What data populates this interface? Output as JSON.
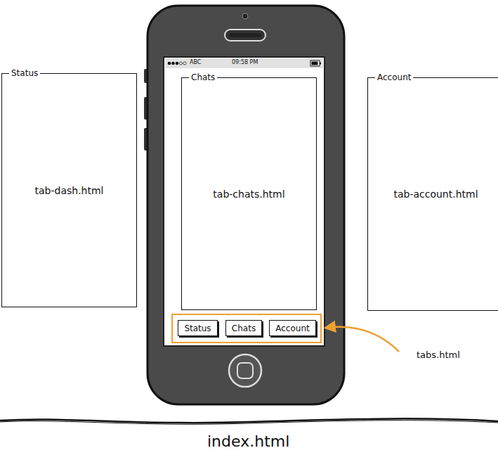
{
  "diagram": {
    "nodes": [
      {
        "text": [
          "Status",
          "tab-dash.html"
        ]
      },
      {
        "text": [
          "Chats",
          "tab-chats.html"
        ]
      },
      {
        "text": []
      },
      {
        "text": [
          "Status"
        ],
        "in": 2
      },
      {
        "text": [
          "Chats"
        ],
        "in": 2
      },
      {
        "text": [
          "Account"
        ],
        "in": 2
      },
      {
        "text": [
          "Account",
          "tab-account.html"
        ]
      }
    ],
    "labels": [
      "ABC",
      "09:58 PM",
      "tabs.html",
      "index.html"
    ]
  }
}
